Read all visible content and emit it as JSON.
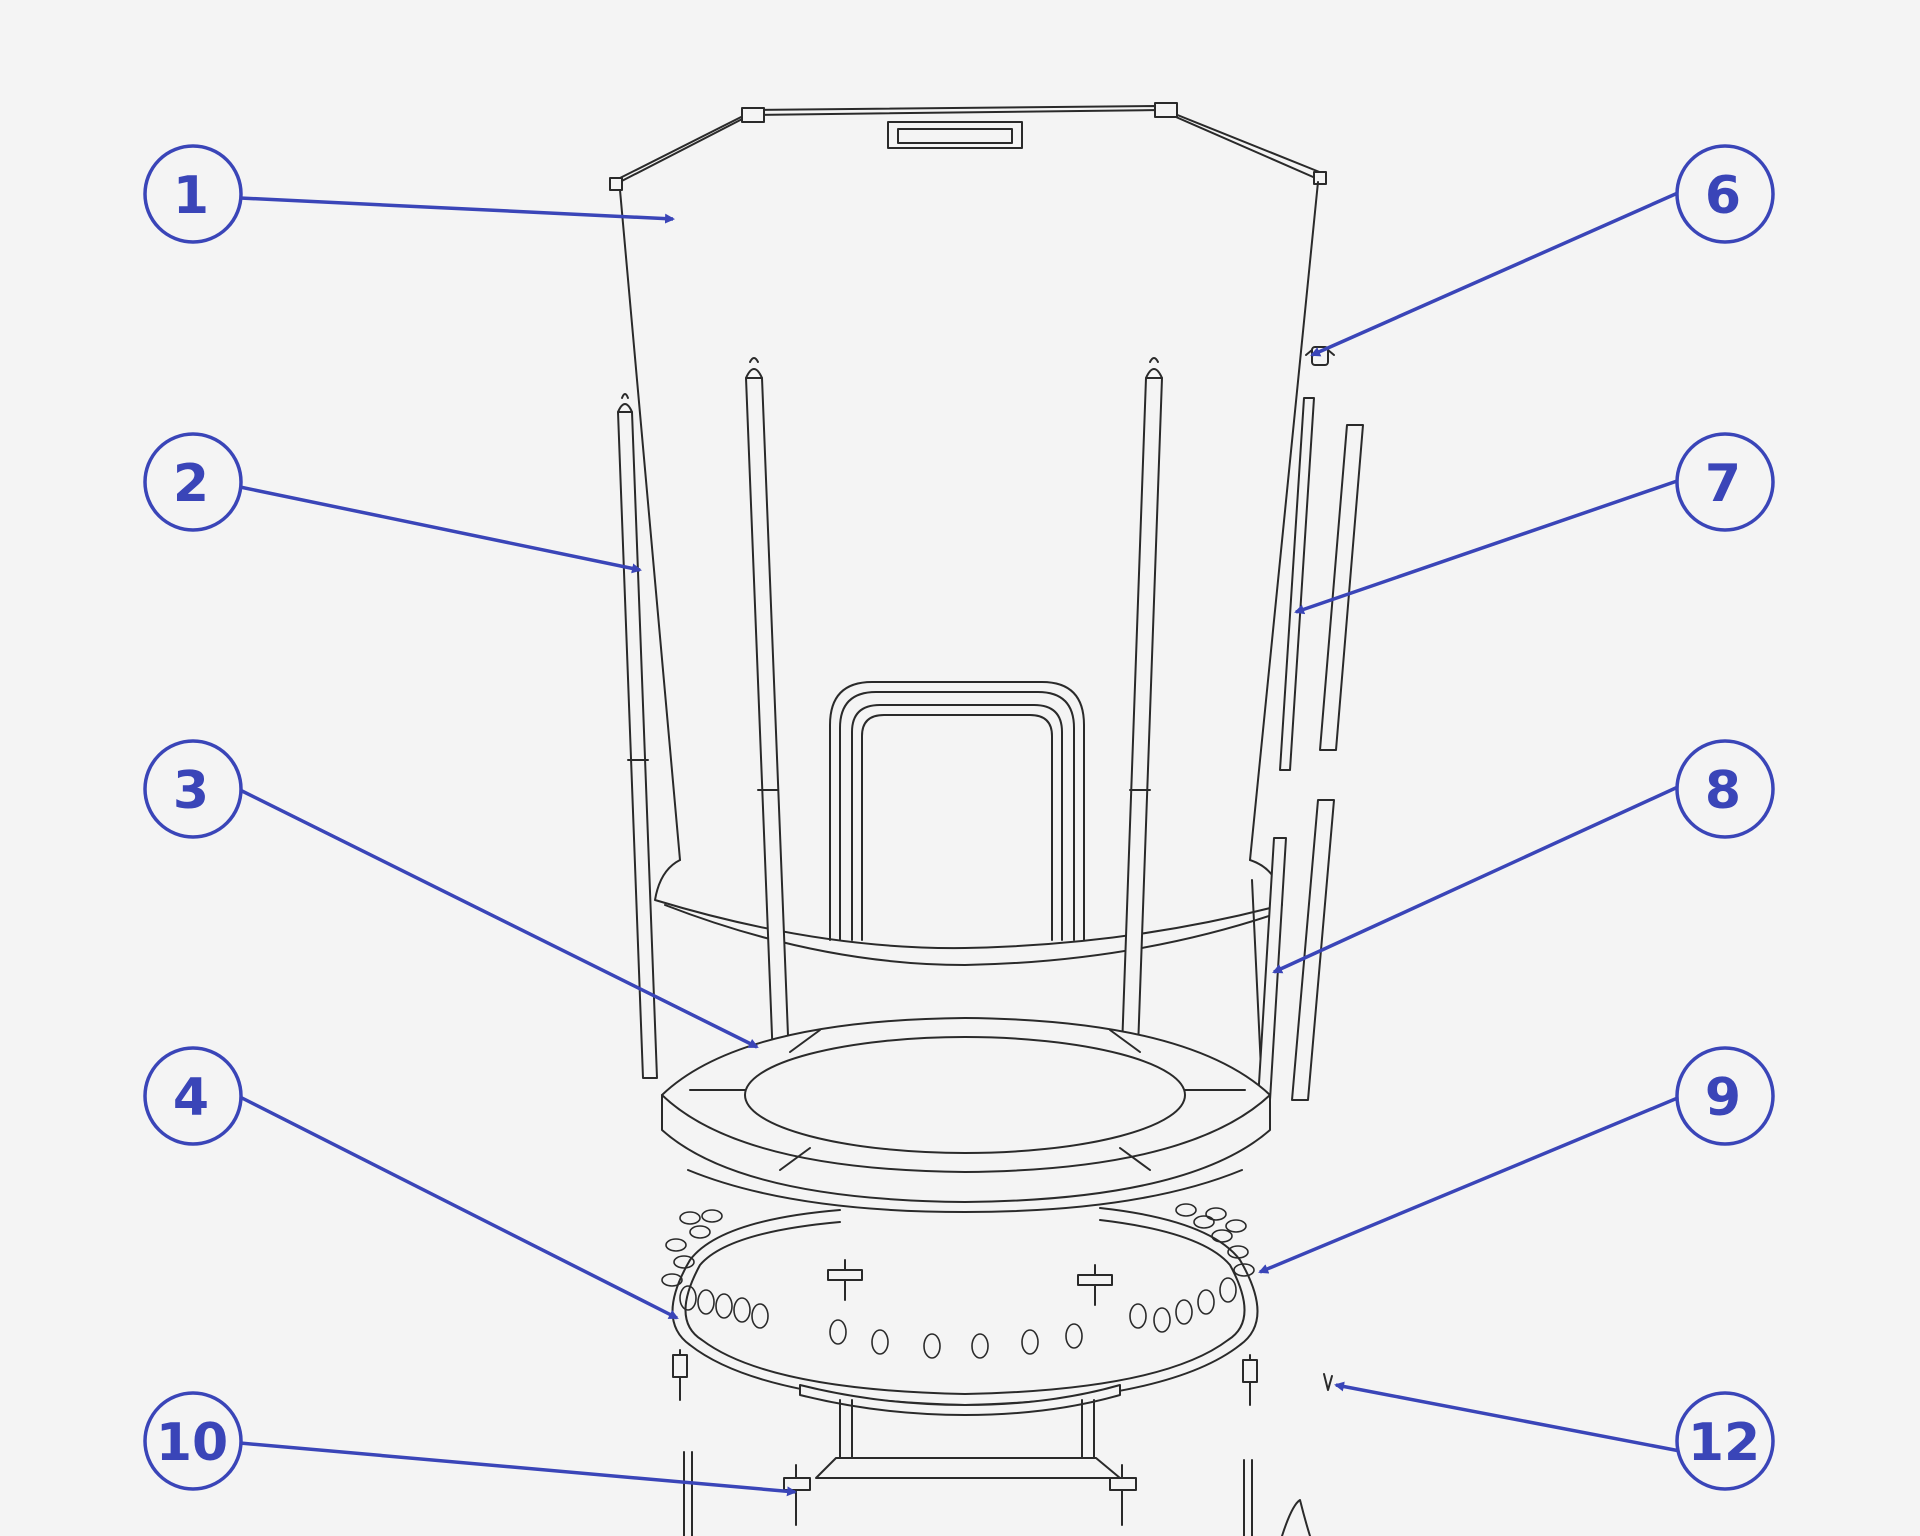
{
  "colors": {
    "background": "#f4f4f4",
    "callout": "#3a45b8",
    "line_art": "#2a2a2a"
  },
  "callouts": [
    {
      "id": "c1",
      "label": "1"
    },
    {
      "id": "c2",
      "label": "2"
    },
    {
      "id": "c3",
      "label": "3"
    },
    {
      "id": "c4",
      "label": "4"
    },
    {
      "id": "c6",
      "label": "6"
    },
    {
      "id": "c7",
      "label": "7"
    },
    {
      "id": "c8",
      "label": "8"
    },
    {
      "id": "c9",
      "label": "9"
    },
    {
      "id": "c10",
      "label": "10"
    },
    {
      "id": "c12",
      "label": "12"
    }
  ]
}
